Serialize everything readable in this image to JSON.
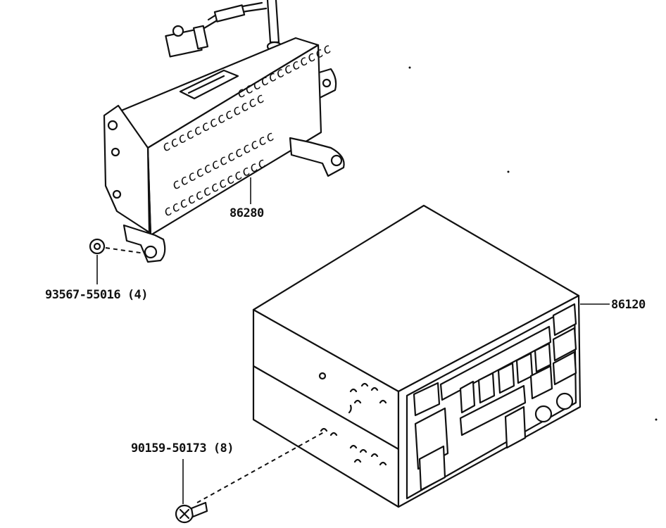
{
  "parts": {
    "amplifier": {
      "number": "86280"
    },
    "radio": {
      "number": "86120"
    },
    "nut": {
      "number": "93567-55016 (4)"
    },
    "screw": {
      "number": "90159-50173 (8)"
    }
  },
  "amplifier_slot_text": {
    "row1": "cccccccccccc",
    "row2": "ccccccccccccc",
    "row3": "ccccccccccccc",
    "row4": "ccccccccccccc"
  }
}
